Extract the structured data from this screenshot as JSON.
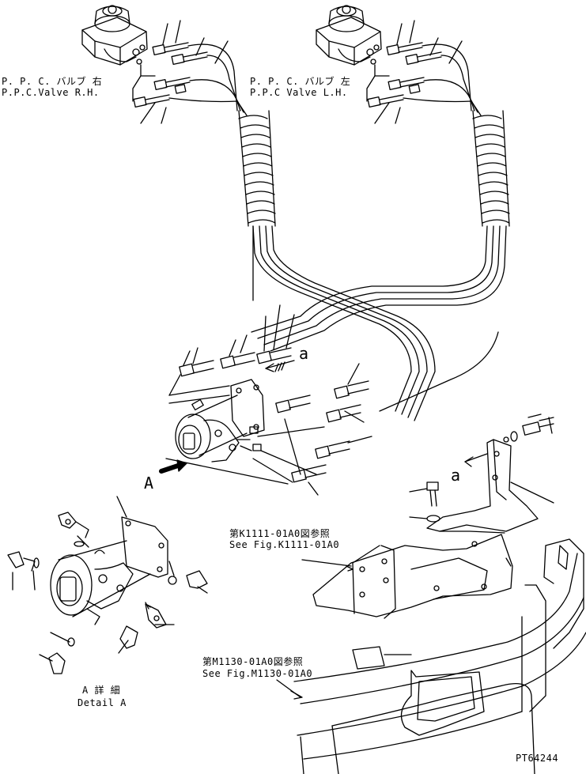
{
  "labels": {
    "ppc_rh_jp": "P. P. C. バルブ 右",
    "ppc_rh_en": "P.P.C.Valve R.H.",
    "ppc_lh_jp": "P. P. C. バルブ 左",
    "ppc_lh_en": "P.P.C Valve L.H.",
    "callout_a_lower": "a",
    "callout_a_upper": "a",
    "view_a": "A",
    "ref_k1111_jp": "第K1111-01A0図参照",
    "ref_k1111_en": "See Fig.K1111-01A0",
    "ref_m1130_jp": "第M1130-01A0図参照",
    "ref_m1130_en": "See Fig.M1130-01A0",
    "detail_jp": "A 詳 細",
    "detail_en": "Detail A",
    "drawing_no": "PT64244"
  },
  "colors": {
    "line": "#000000",
    "background": "#ffffff"
  }
}
